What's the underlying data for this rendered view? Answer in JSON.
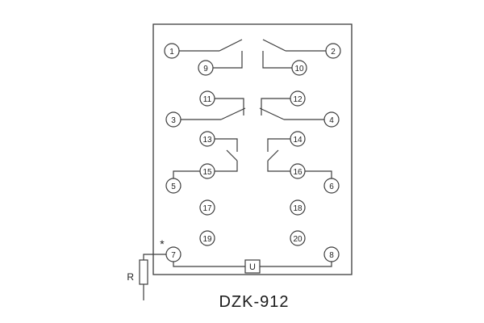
{
  "diagram": {
    "title": "DZK-912",
    "labels": {
      "resistor": "R",
      "component": "U",
      "polarity": "*"
    },
    "terminals": [
      "1",
      "2",
      "3",
      "4",
      "5",
      "6",
      "7",
      "8",
      "9",
      "10",
      "11",
      "12",
      "13",
      "14",
      "15",
      "16",
      "17",
      "18",
      "19",
      "20"
    ]
  }
}
